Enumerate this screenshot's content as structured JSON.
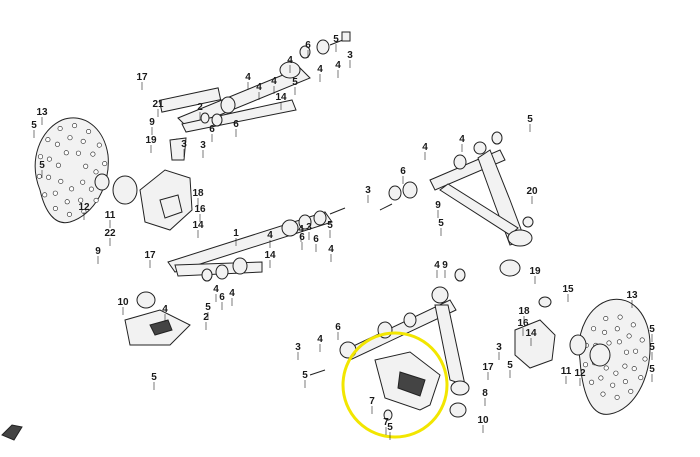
{
  "diagram": {
    "highlight_color": "#f2e600",
    "line_color": "#222222",
    "callouts": [
      "17",
      "21",
      "4",
      "14",
      "4",
      "5",
      "4",
      "3",
      "6",
      "9",
      "3",
      "6",
      "4",
      "5",
      "2",
      "6",
      "4",
      "4",
      "19",
      "3",
      "13",
      "5",
      "5",
      "18",
      "16",
      "14",
      "12",
      "11",
      "22",
      "9",
      "17",
      "1",
      "4",
      "14",
      "5",
      "4",
      "6",
      "4",
      "3",
      "6",
      "4",
      "4",
      "5",
      "4",
      "6",
      "3",
      "20",
      "9",
      "5",
      "10",
      "2",
      "5",
      "4",
      "6",
      "4",
      "5",
      "19",
      "7",
      "3",
      "4",
      "6",
      "5",
      "4",
      "17",
      "8",
      "10",
      "5",
      "15",
      "18",
      "16",
      "14",
      "3",
      "5",
      "11",
      "12",
      "13",
      "5",
      "5",
      "5",
      "9",
      "7"
    ]
  }
}
